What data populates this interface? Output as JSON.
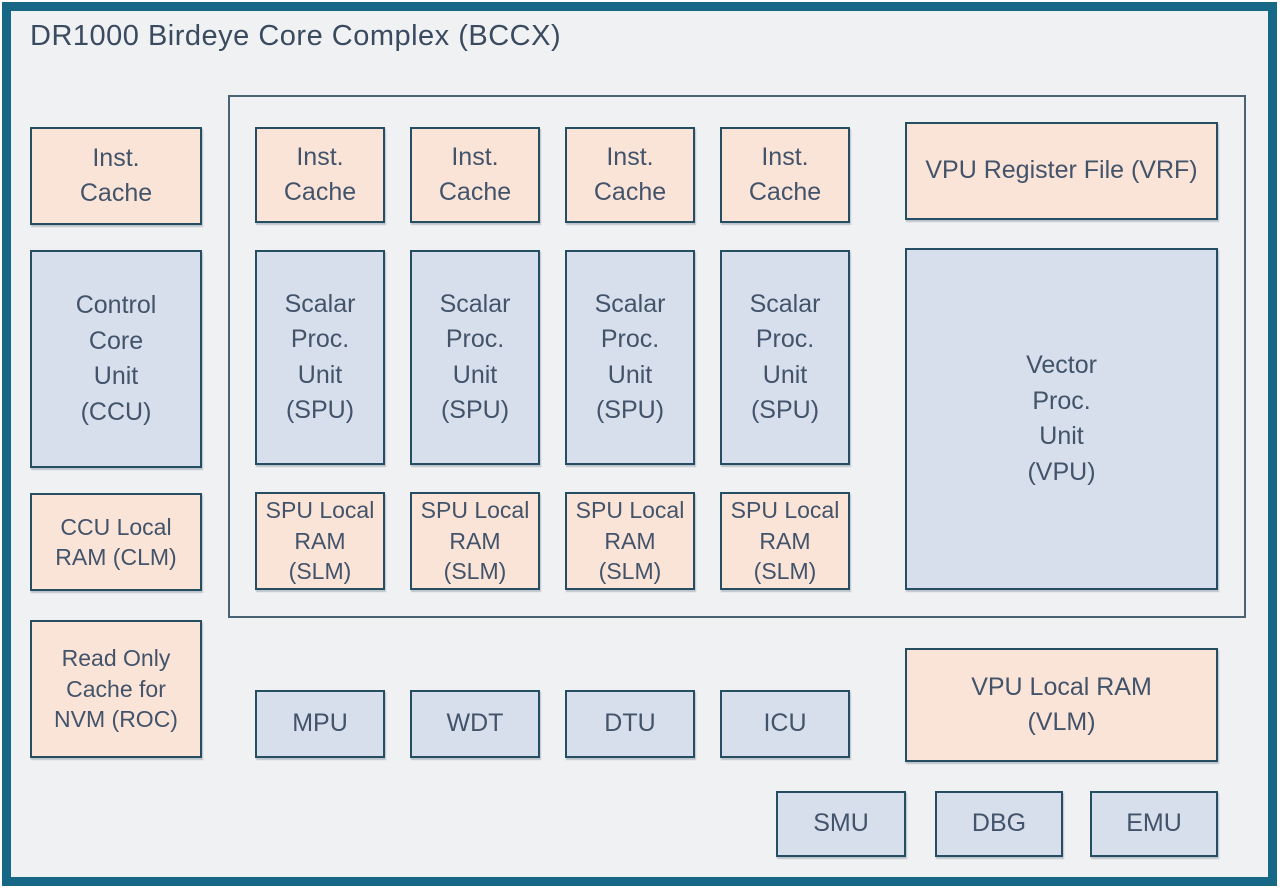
{
  "title": "DR1000 Birdeye Core Complex (BCCX)",
  "colors": {
    "frame_teal": "#176787",
    "canvas": "#f0f1f3",
    "memory_block_fill": "#fae4d8",
    "compute_block_fill": "#d7dfec",
    "block_border": "#254e63",
    "text": "#42536a"
  },
  "left_column": {
    "inst_cache": "Inst.\nCache",
    "ccu": "Control\nCore\nUnit\n(CCU)",
    "clm": "CCU Local\nRAM (CLM)",
    "roc": "Read Only\nCache for\nNVM (ROC)"
  },
  "cluster": {
    "cores": [
      {
        "inst_cache": "Inst.\nCache",
        "spu": "Scalar\nProc.\nUnit\n(SPU)",
        "slm": "SPU Local\nRAM\n(SLM)"
      },
      {
        "inst_cache": "Inst.\nCache",
        "spu": "Scalar\nProc.\nUnit\n(SPU)",
        "slm": "SPU Local\nRAM\n(SLM)"
      },
      {
        "inst_cache": "Inst.\nCache",
        "spu": "Scalar\nProc.\nUnit\n(SPU)",
        "slm": "SPU Local\nRAM\n(SLM)"
      },
      {
        "inst_cache": "Inst.\nCache",
        "spu": "Scalar\nProc.\nUnit\n(SPU)",
        "slm": "SPU Local\nRAM\n(SLM)"
      }
    ],
    "vrf": "VPU Register File (VRF)",
    "vpu": "Vector\nProc.\nUnit\n(VPU)"
  },
  "peripherals": {
    "mpu": "MPU",
    "wdt": "WDT",
    "dtu": "DTU",
    "icu": "ICU",
    "vlm": "VPU Local RAM\n(VLM)"
  },
  "bottom_row": {
    "smu": "SMU",
    "dbg": "DBG",
    "emu": "EMU"
  }
}
